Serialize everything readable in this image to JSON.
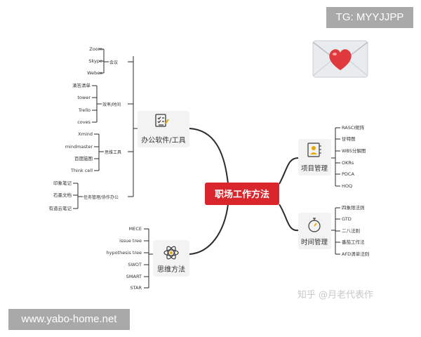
{
  "watermark_top": "TG: MYYJJPP",
  "watermark_bottom": "www.yabo-home.net",
  "zhihu_credit": "知乎 @月老代表作",
  "center": {
    "label": "职场工作方法"
  },
  "branches": {
    "office": {
      "label": "办公软件/工具",
      "groups": [
        {
          "label": "会议",
          "items": [
            "Zoom",
            "Skype",
            "Webex"
          ]
        },
        {
          "label": "效率/时间",
          "items": [
            "滴答清单",
            "tower",
            "Trello",
            "coves"
          ]
        },
        {
          "label": "思维工具",
          "items": [
            "Xmind",
            "mindmaster",
            "百度脑图",
            "Think cell"
          ]
        },
        {
          "label": "任务管理/协作办公",
          "items": [
            "印象笔记",
            "石墨文档",
            "有道云笔记"
          ]
        }
      ]
    },
    "thinking": {
      "label": "思维方法",
      "items": [
        "MECE",
        "issue tree",
        "hypothesis tree",
        "SWOT",
        "SMART",
        "STAR"
      ]
    },
    "project": {
      "label": "项目管理",
      "items": [
        "RASCI矩阵",
        "甘特图",
        "WBS分解图",
        "OKRs",
        "PDCA",
        "HOQ"
      ]
    },
    "time": {
      "label": "时间管理",
      "items": [
        "四象限法则",
        "GTD",
        "二八法则",
        "番茄工作法",
        "AFD清单法则"
      ]
    }
  },
  "colors": {
    "center_fill": "#d9252c",
    "line": "#2b2b2b",
    "node_fill": "#f3f3f3",
    "text": "#333333",
    "heart": "#e03a3e"
  },
  "icons": [
    "envelope-heart-icon",
    "checklist-icon",
    "atom-icon",
    "user-card-icon",
    "stopwatch-icon"
  ]
}
